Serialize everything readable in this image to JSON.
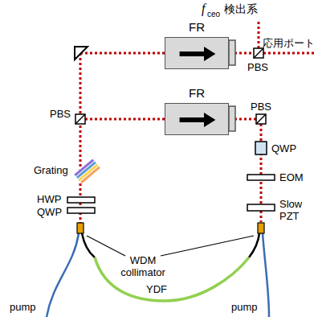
{
  "diagram": {
    "nodes": [
      {
        "text": [
          "FR"
        ]
      },
      {
        "text": [
          "FR"
        ]
      }
    ],
    "labels": [
      "f",
      "ceo",
      "検出系",
      "応用ポート",
      "PBS",
      "PBS",
      "PBS",
      "Grating",
      "HWP",
      "QWP",
      "QWP",
      "EOM",
      "Slow PZT",
      "WDM collimator",
      "YDF",
      "pump",
      "pump"
    ]
  }
}
